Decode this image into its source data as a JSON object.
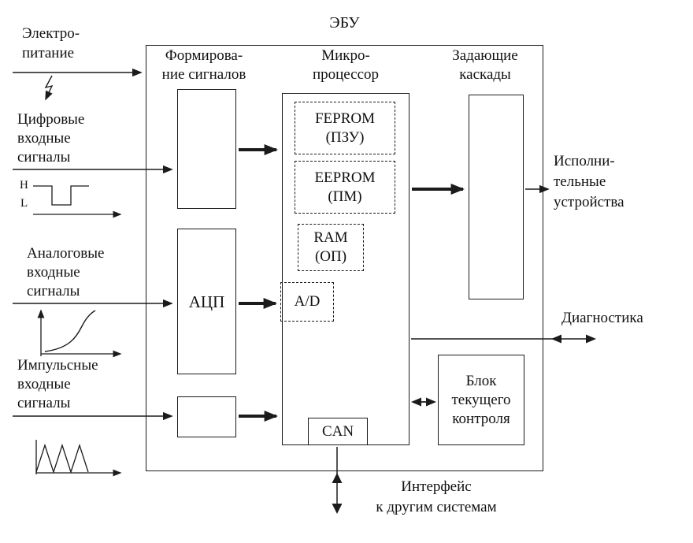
{
  "title": "ЭБУ",
  "sections": {
    "forming": {
      "line1": "Формирова-",
      "line2": "ние сигналов"
    },
    "micro": {
      "line1": "Микро-",
      "line2": "процессор"
    },
    "driver": {
      "line1": "Задающие",
      "line2": "каскады"
    }
  },
  "inputs": {
    "power": {
      "line1": "Электро-",
      "line2": "питание"
    },
    "digital": {
      "line1": "Цифровые",
      "line2": "входные",
      "line3": "сигналы"
    },
    "digital_levels": {
      "high": "H",
      "low": "L"
    },
    "analog": {
      "line1": "Аналоговые",
      "line2": "входные",
      "line3": "сигналы"
    },
    "pulse": {
      "line1": "Импульсные",
      "line2": "входные",
      "line3": "сигналы"
    }
  },
  "blocks": {
    "adc": "АЦП",
    "feprom": {
      "line1": "FEPROM",
      "line2": "(ПЗУ)"
    },
    "eeprom": {
      "line1": "EEPROM",
      "line2": "(ПМ)"
    },
    "ram": {
      "line1": "RAM",
      "line2": "(ОП)"
    },
    "ad": "A/D",
    "can": "CAN",
    "monitor": {
      "line1": "Блок",
      "line2": "текущего",
      "line3": "контроля"
    }
  },
  "outputs": {
    "actuators": {
      "line1": "Исполни-",
      "line2": "тельные",
      "line3": "устройства"
    },
    "diagnostics": "Диагностика",
    "interface": {
      "line1": "Интерфейс",
      "line2": "к другим системам"
    }
  },
  "colors": {
    "ink": "#1b1b1b",
    "background": "#ffffff"
  }
}
